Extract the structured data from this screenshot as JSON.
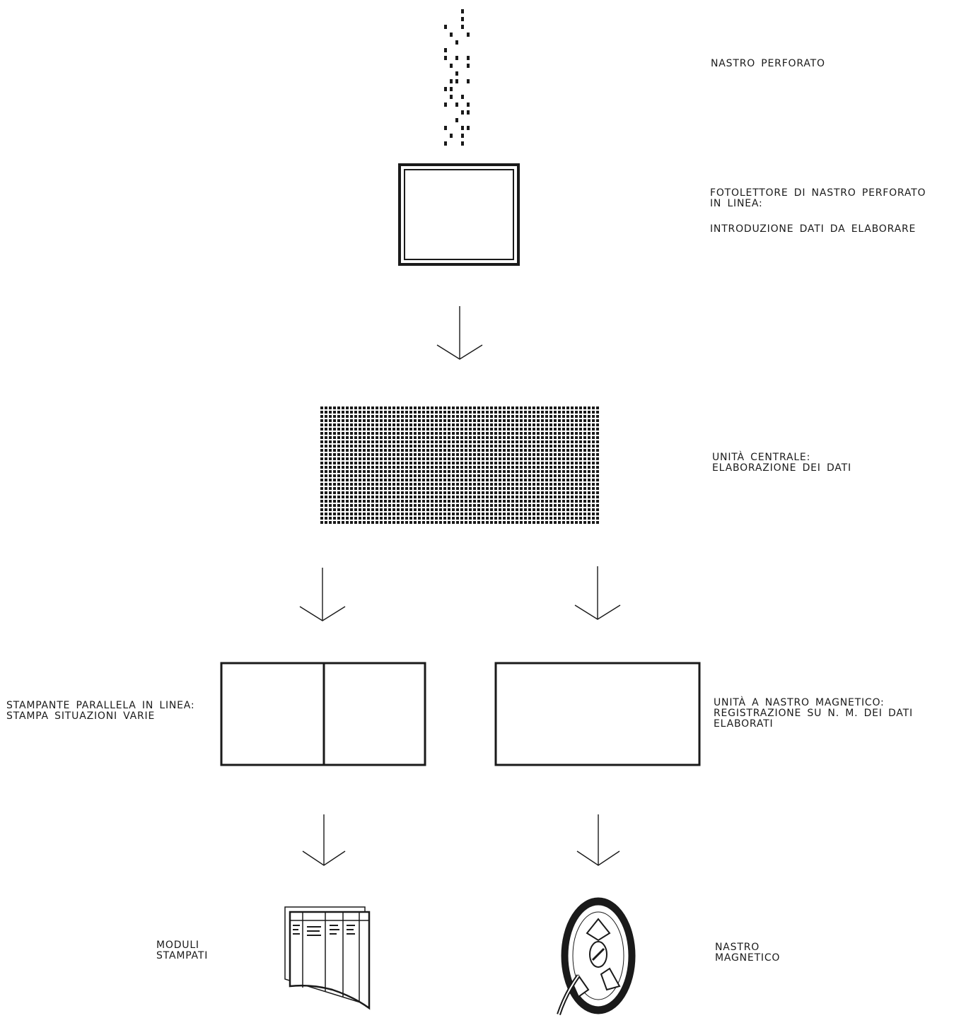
{
  "labels": {
    "punched_tape": "NASTRO PERFORATO",
    "tape_reader_line1": "FOTOLETTORE DI NASTRO PERFORATO",
    "tape_reader_line2": "IN LINEA:",
    "tape_reader_line3": "INTRODUZIONE DATI DA ELABORARE",
    "central_unit_line1": "UNITÀ CENTRALE:",
    "central_unit_line2": "ELABORAZIONE DEI DATI",
    "printer_line1": "STAMPANTE PARALLELA IN LINEA:",
    "printer_line2": "STAMPA SITUAZIONI VARIE",
    "tape_unit_line1": "UNITÀ A NASTRO MAGNETICO:",
    "tape_unit_line2": "REGISTRAZIONE SU N. M. DEI DATI",
    "tape_unit_line3": "ELABORATI",
    "printed_forms_line1": "MODULI",
    "printed_forms_line2": "STAMPATI",
    "magnetic_tape_line1": "NASTRO",
    "magnetic_tape_line2": "MAGNETICO"
  },
  "icons": {
    "punched_tape": "punched-tape-icon",
    "printed_forms": "printed-forms-icon",
    "magnetic_tape": "magnetic-tape-reel-icon"
  },
  "colors": {
    "ink": "#1a1a1a",
    "background": "#ffffff"
  }
}
